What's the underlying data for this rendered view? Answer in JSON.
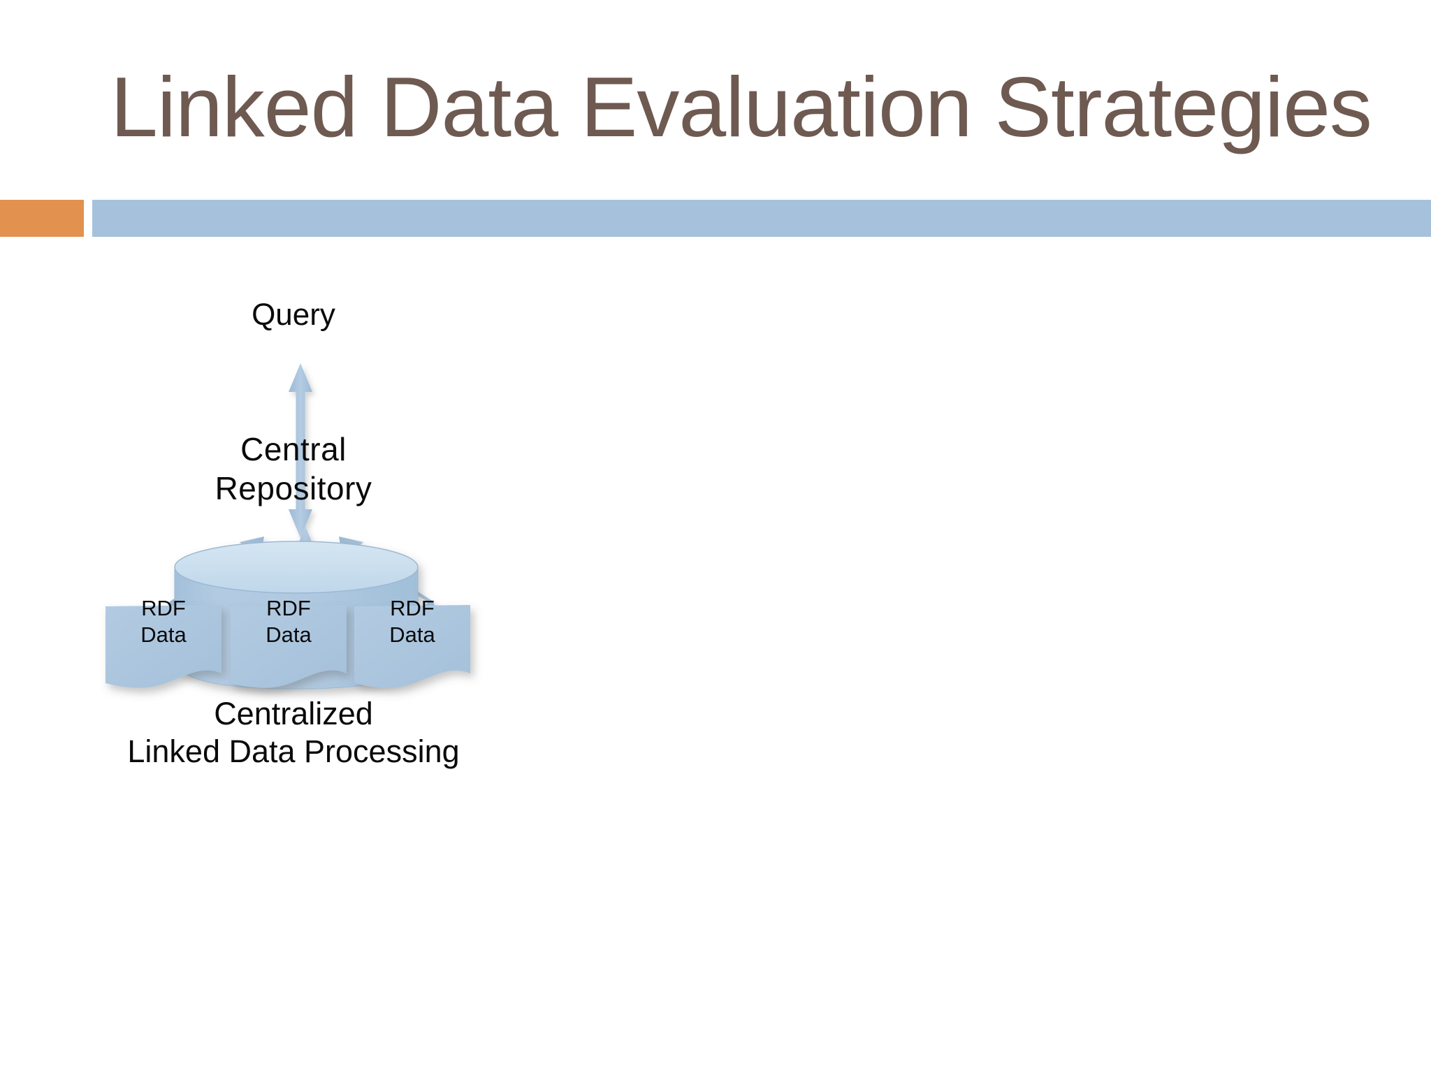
{
  "slide": {
    "title": "Linked Data Evaluation Strategies",
    "accent_color": "#e3914f",
    "bar_color": "#a6c1dc",
    "title_color": "#6e5a51",
    "background_color": "#ffffff"
  },
  "diagram": {
    "type": "flow-diagram",
    "shape_fill": "#aac6de",
    "shape_top_fill": "#c9dded",
    "arrow_color": "#a9c3dc",
    "text_color": "#0a0a0a",
    "query_label": "Query",
    "repository": {
      "line1": "Central",
      "line2": "Repository"
    },
    "sources": [
      {
        "line1": "RDF",
        "line2": "Data"
      },
      {
        "line1": "RDF",
        "line2": "Data"
      },
      {
        "line1": "RDF",
        "line2": "Data"
      }
    ],
    "caption": {
      "line1": "Centralized",
      "line2": "Linked Data Processing"
    }
  }
}
